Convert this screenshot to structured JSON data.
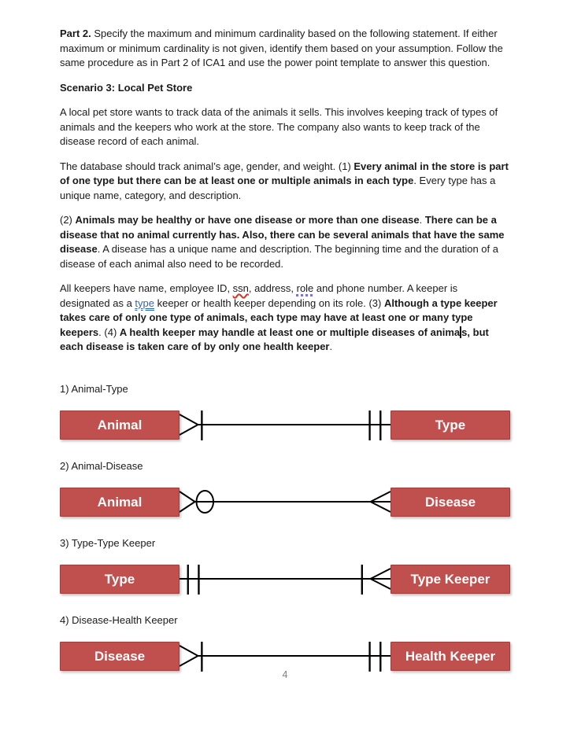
{
  "page": {
    "number": "4"
  },
  "colors": {
    "entity_fill": "#c0504d",
    "entity_border": "#9e3d3a",
    "entity_text": "#ffffff",
    "line": "#000000",
    "spellcheck_red": "#d43422",
    "grammar_blue": "#2464c4",
    "suggestion_purple": "#7b74d8",
    "page_number_gray": "#7f7f7f"
  },
  "document": {
    "paragraphs": [
      {
        "name": "part2-instructions",
        "runs": [
          {
            "t": "Part 2.",
            "b": true
          },
          {
            "t": " Specify the maximum and minimum cardinality based on the following statement. If either maximum or minimum cardinality is not given, identify them based on your assumption. Follow the same procedure as in Part 2 of ICA1 and use the power point template to answer this question."
          }
        ]
      },
      {
        "name": "scenario-heading",
        "heading": true,
        "runs": [
          {
            "t": "Scenario 3: Local Pet Store",
            "b": true
          }
        ]
      },
      {
        "name": "scenario-intro",
        "runs": [
          {
            "t": "A local pet store wants to track data of the animals it sells. This involves keeping track of types of animals and the keepers who work at the store. The company also wants to keep track of the disease record of each animal."
          }
        ]
      },
      {
        "name": "statement-1",
        "runs": [
          {
            "t": "The database should track animal’s age, gender, and weight. (1) "
          },
          {
            "t": "Every animal in the store is part of one type but there can be at least one or multiple animals in each type",
            "b": true
          },
          {
            "t": ". Every type has a unique name, category, and description."
          }
        ]
      },
      {
        "name": "statement-2",
        "runs": [
          {
            "t": "(2) "
          },
          {
            "t": "Animals may be healthy or have one disease or more than one disease",
            "b": true
          },
          {
            "t": ". "
          },
          {
            "t": "There can be a disease that no animal currently has. Also, there can be several animals that have the same disease",
            "b": true
          },
          {
            "t": ". A disease has a unique name and description. The beginning time and the duration of a disease of each animal also need to be recorded."
          }
        ]
      },
      {
        "name": "statement-3-4",
        "runs": [
          {
            "t": "All keepers have name, employee ID, "
          },
          {
            "t": "ssn",
            "u": "squiggle"
          },
          {
            "t": ", address, "
          },
          {
            "t": "role",
            "u": "dotted"
          },
          {
            "t": " and phone number. A keeper is designated as a "
          },
          {
            "t": "type",
            "u": "double"
          },
          {
            "t": " keeper or health keeper depending on its role. (3) "
          },
          {
            "t": "Although a type keeper takes care of only one type of animals, each type may have at least one or many type keepers",
            "b": true
          },
          {
            "t": ". (4) "
          },
          {
            "t": "A health keeper may handle at least one or multiple diseases of anima",
            "b": true
          },
          {
            "cursor": true
          },
          {
            "t": "s, but each disease is taken care of by only one health keeper",
            "b": true
          },
          {
            "t": "."
          }
        ]
      }
    ]
  },
  "diagrams": [
    {
      "label": "1) Animal-Type",
      "left_entity": "Animal",
      "right_entity": "Type",
      "left_symbol": "crow-bar",
      "right_symbol": "double-bar"
    },
    {
      "label": "2) Animal-Disease",
      "left_entity": "Animal",
      "right_entity": "Disease",
      "left_symbol": "crow-circle",
      "right_symbol": "crow"
    },
    {
      "label": "3) Type-Type Keeper",
      "left_entity": "Type",
      "right_entity": "Type Keeper",
      "left_symbol": "double-bar",
      "right_symbol": "bar-crow"
    },
    {
      "label": "4) Disease-Health Keeper",
      "left_entity": "Disease",
      "right_entity": "Health Keeper",
      "left_symbol": "crow-bar",
      "right_symbol": "double-bar"
    }
  ]
}
